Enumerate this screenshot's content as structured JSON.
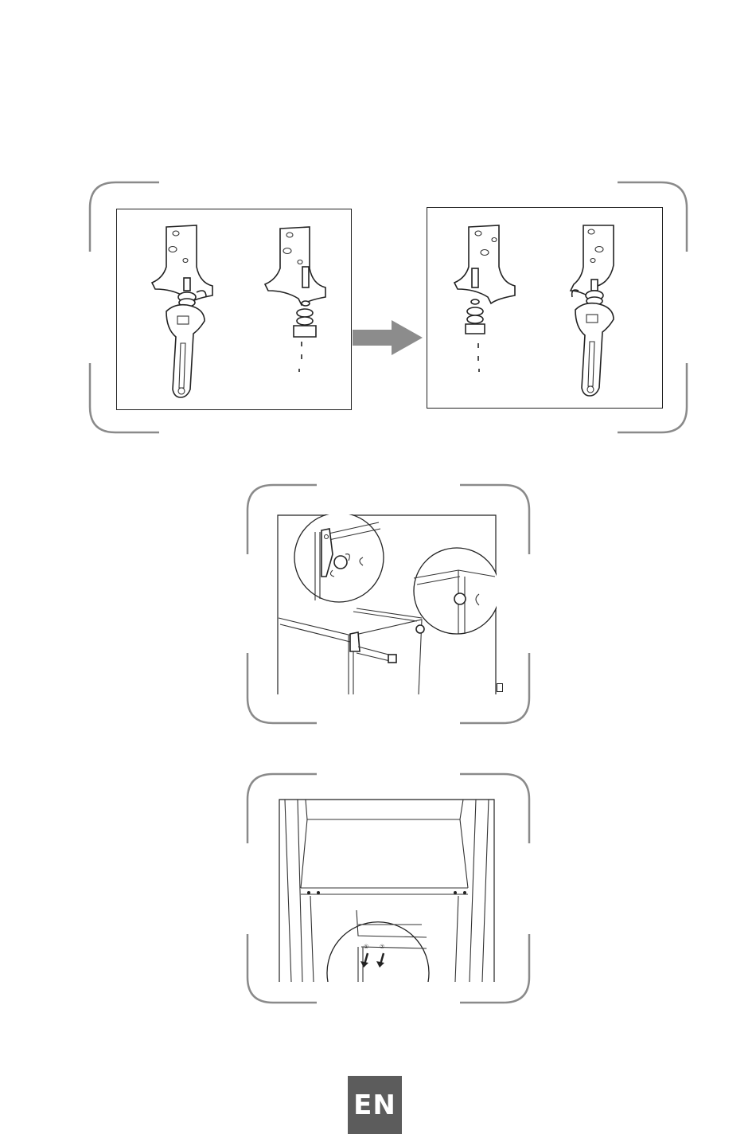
{
  "page": {
    "language_tab": "EN"
  },
  "colors": {
    "frame_stroke": "#8a8a8a",
    "arrow_fill": "#8c8c8c",
    "language_tab_bg": "#5c5c5c",
    "language_tab_text": "#ffffff"
  },
  "illustrations": {
    "hinge_swap": "hinge-swap-illustration",
    "door_adjust": "door-adjust-illustration",
    "cabinet_interior": "cabinet-interior-illustration"
  },
  "callouts": {
    "callout_1": "①",
    "callout_2": "②"
  }
}
